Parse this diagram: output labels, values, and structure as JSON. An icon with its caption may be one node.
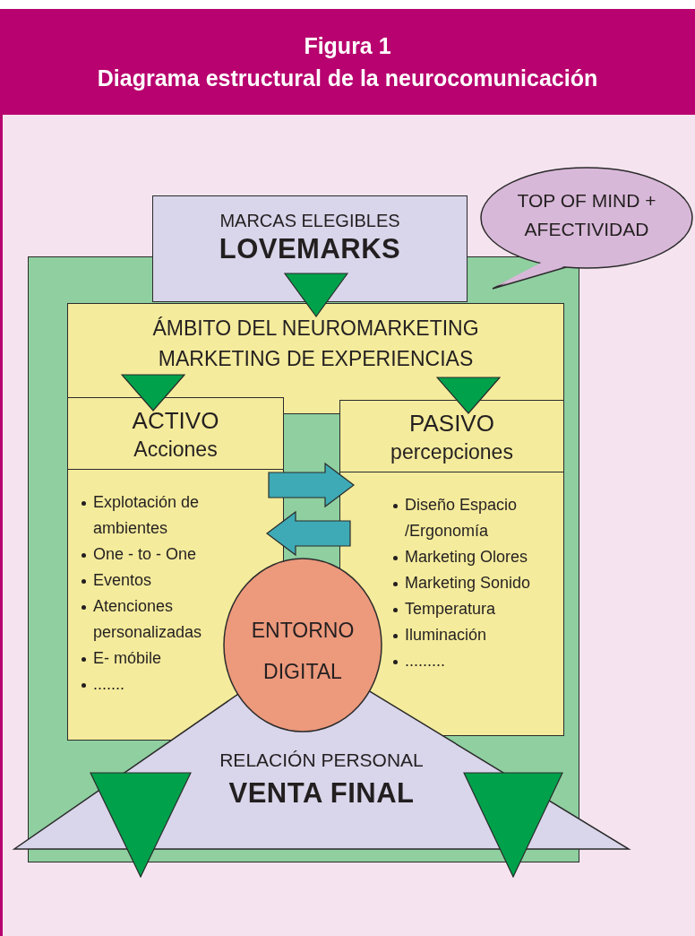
{
  "diagram": {
    "title": "Diagrama estructural de la neurocomunicación",
    "nodes": [
      {
        "text": [],
        "shape": "box"
      },
      {
        "text": [
          "MARCAS ELEGIBLES",
          "LOVEMARKS"
        ]
      },
      {
        "text": [
          "TOP OF MIND + AFECTIVIDAD"
        ]
      },
      {
        "text": [
          "ÁMBITO DEL NEUROMARKETING",
          "MARKETING DE EXPERIENCIAS"
        ],
        "in": 0
      },
      {
        "text": [
          "ACTIVO",
          "Acciones",
          "Explotación de ambientes",
          "One - to - One",
          "Eventos",
          "Atenciones personalizadas",
          "E- móbile",
          "......."
        ],
        "in": 0
      },
      {
        "text": [
          "PASIVO",
          "percepciones",
          "Diseño Espacio /Ergonomía",
          "Marketing Olores",
          "Marketing Sonido",
          "Temperatura",
          "Iluminación",
          "........."
        ],
        "in": 0
      },
      {
        "text": [
          "ENTORNO DIGITAL"
        ],
        "in": 0
      },
      {
        "text": [
          "RELACIÓN PERSONAL",
          "VENTA FINAL"
        ]
      }
    ],
    "edges": [
      {
        "from": 1,
        "to": 3,
        "arrow": "to"
      },
      {
        "from": 3,
        "to": 4,
        "arrow": "to"
      },
      {
        "from": 3,
        "to": 5,
        "arrow": "to"
      },
      {
        "from": 4,
        "to": 5,
        "arrow": "to",
        "style": "thick",
        "color": "#3eaab5"
      },
      {
        "from": 5,
        "to": 4,
        "arrow": "to",
        "style": "thick",
        "color": "#3eaab5"
      },
      {
        "from": 7,
        "to": 0,
        "arrow": "to"
      },
      {
        "from": 7,
        "to": 0,
        "arrow": "to"
      }
    ],
    "labels": [
      "Figura 1"
    ]
  }
}
